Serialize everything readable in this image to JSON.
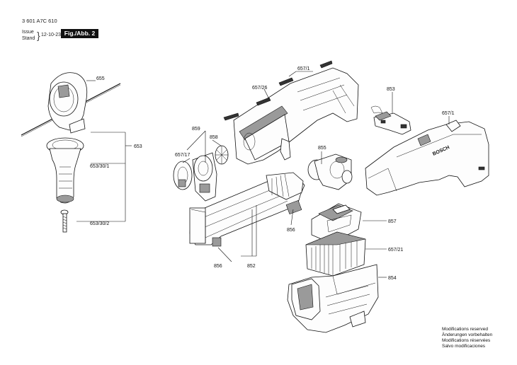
{
  "header": {
    "part_number": "3 601 A7C 610",
    "issue_label": "Issue",
    "stand_label": "Stand",
    "brace": "}",
    "date": "12-10-23",
    "figure": "Fig./Abb. 2"
  },
  "labels": {
    "p655": "655",
    "p653": "653",
    "p653_30_1": "653/30/1",
    "p653_30_2": "653/30/2",
    "p859": "859",
    "p858": "858",
    "p657_17": "657/17",
    "p657_1_top": "657/1",
    "p657_26": "657/26",
    "p855": "855",
    "p853": "853",
    "p657_1_right": "657/1",
    "p856_a": "856",
    "p856_b": "856",
    "p852": "852",
    "p857": "857",
    "p657_21": "657/21",
    "p854": "854",
    "bosch": "BOSCH"
  },
  "notes": [
    "Modifications reserved",
    "Änderungen vorbehalten",
    "Modifications réservées",
    "Salvo modificaciones"
  ]
}
